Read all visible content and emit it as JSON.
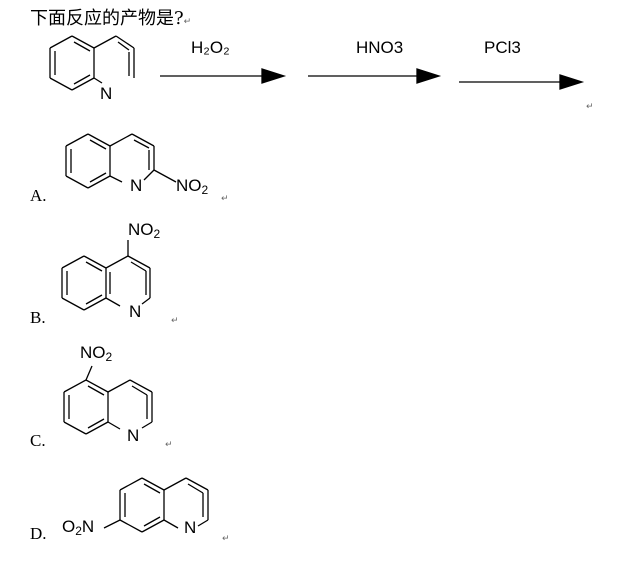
{
  "question": {
    "text": "下面反应的产物是?"
  },
  "reagents": [
    "H₂O₂",
    "HNO3",
    "PCl3"
  ],
  "atoms": {
    "nitrogen": "N",
    "nitro": "NO",
    "nitro_left": "O",
    "nitro_left_n": "N",
    "subscript": "2"
  },
  "options": [
    {
      "letter": "A."
    },
    {
      "letter": "B."
    },
    {
      "letter": "C."
    },
    {
      "letter": "D."
    }
  ],
  "paragraph_mark": "↵"
}
